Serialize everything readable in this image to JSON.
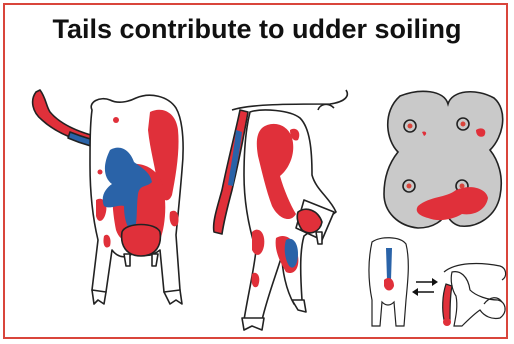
{
  "title": "Tails contribute to udder soiling",
  "colors": {
    "border": "#d9453b",
    "soiling_red": "#e0303a",
    "soiling_blue": "#2a63a8",
    "outline": "#222222",
    "udder_gray": "#c9c9c9"
  },
  "panels": [
    {
      "name": "cow-rear-view",
      "icon": "cow-rear-icon"
    },
    {
      "name": "cow-side-view",
      "icon": "cow-side-icon"
    },
    {
      "name": "udder-bottom-view",
      "icon": "udder-icon"
    },
    {
      "name": "tail-swing-inset",
      "icon": "tail-swing-icon"
    }
  ]
}
